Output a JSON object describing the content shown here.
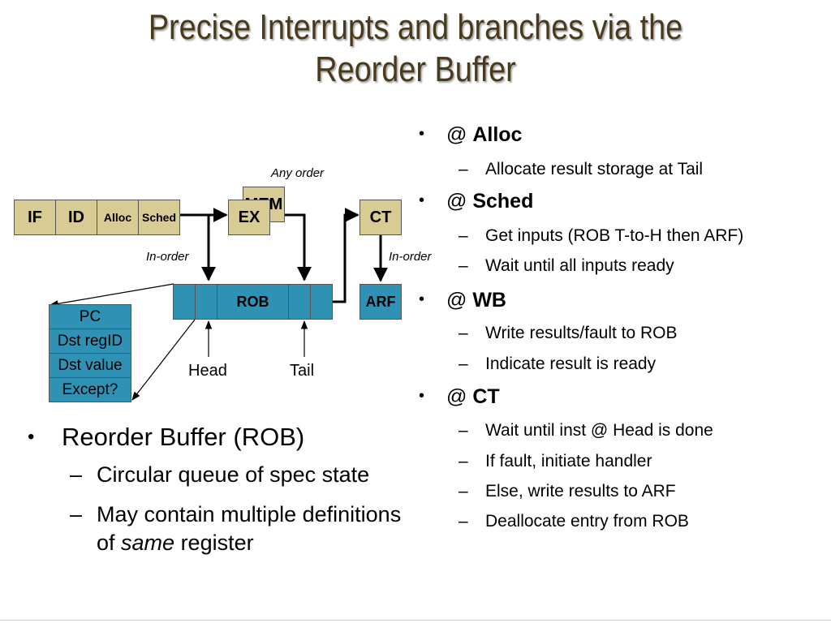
{
  "slide": {
    "title_line1": "Precise Interrupts and branches via the",
    "title_line2": "Reorder Buffer"
  },
  "diagram": {
    "stages": {
      "if": "IF",
      "id": "ID",
      "alloc": "Alloc",
      "sched": "Sched",
      "mem": "MEM",
      "ex": "EX",
      "ct": "CT"
    },
    "rob_label": "ROB",
    "arf_label": "ARF",
    "any_order": "Any order",
    "in_order_left": "In-order",
    "in_order_right": "In-order",
    "head": "Head",
    "tail": "Tail",
    "rob_entry_fields": [
      "PC",
      "Dst regID",
      "Dst value",
      "Except?"
    ]
  },
  "right_list": [
    {
      "prefix": "@ ",
      "bold": "Alloc",
      "subs": [
        "Allocate result storage at Tail"
      ]
    },
    {
      "prefix": "@ ",
      "bold": "Sched",
      "subs": [
        "Get inputs (ROB T-to-H then ARF)",
        "Wait until all inputs ready"
      ]
    },
    {
      "prefix": "@ ",
      "bold": "WB",
      "subs": [
        "Write results/fault to ROB",
        "Indicate result is ready"
      ]
    },
    {
      "prefix": "@ ",
      "bold": "CT",
      "subs": [
        "Wait until inst @ Head is done",
        "If fault, initiate handler",
        "Else, write results to ARF",
        "Deallocate entry from ROB"
      ]
    }
  ],
  "left_list": {
    "bullet": "Reorder Buffer (ROB)",
    "sub1": "Circular queue of spec state",
    "sub2_line1": "May contain multiple definitions",
    "sub2_line2_pre": "of ",
    "sub2_line2_italic": "same",
    "sub2_line2_post": " register"
  }
}
